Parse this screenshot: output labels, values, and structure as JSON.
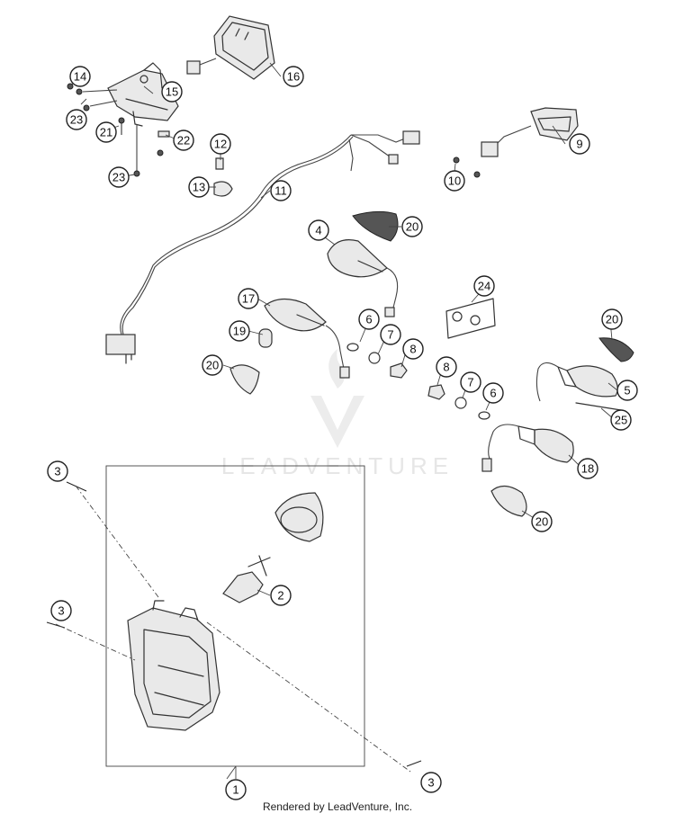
{
  "footer_text": "Rendered by LeadVenture, Inc.",
  "watermark_text": "LEADVENTURE",
  "callouts": [
    "1",
    "2",
    "3",
    "3",
    "3",
    "4",
    "5",
    "6",
    "6",
    "7",
    "7",
    "8",
    "8",
    "9",
    "10",
    "11",
    "12",
    "13",
    "14",
    "15",
    "16",
    "17",
    "18",
    "19",
    "20",
    "20",
    "20",
    "20",
    "21",
    "22",
    "23",
    "23",
    "24",
    "25"
  ]
}
